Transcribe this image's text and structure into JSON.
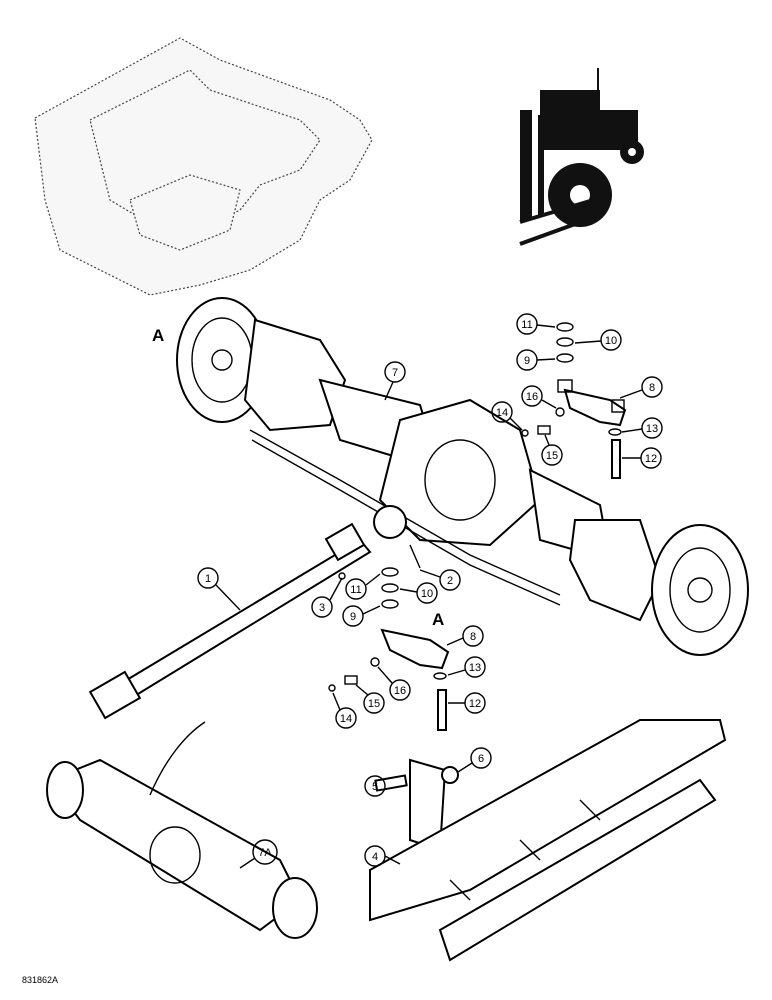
{
  "drawing": {
    "reference_code": "831862A",
    "view_marker": "A"
  },
  "callouts": [
    {
      "id": "c1",
      "label": "1"
    },
    {
      "id": "c2",
      "label": "2"
    },
    {
      "id": "c3",
      "label": "3"
    },
    {
      "id": "c4",
      "label": "4"
    },
    {
      "id": "c5",
      "label": "5"
    },
    {
      "id": "c6",
      "label": "6"
    },
    {
      "id": "c7",
      "label": "7"
    },
    {
      "id": "c7a",
      "label": "7A"
    },
    {
      "id": "c8a",
      "label": "8"
    },
    {
      "id": "c8b",
      "label": "8"
    },
    {
      "id": "c9a",
      "label": "9"
    },
    {
      "id": "c9b",
      "label": "9"
    },
    {
      "id": "c10a",
      "label": "10"
    },
    {
      "id": "c10b",
      "label": "10"
    },
    {
      "id": "c11a",
      "label": "11"
    },
    {
      "id": "c11b",
      "label": "11"
    },
    {
      "id": "c12a",
      "label": "12"
    },
    {
      "id": "c12b",
      "label": "12"
    },
    {
      "id": "c13a",
      "label": "13"
    },
    {
      "id": "c13b",
      "label": "13"
    },
    {
      "id": "c14a",
      "label": "14"
    },
    {
      "id": "c14b",
      "label": "14"
    },
    {
      "id": "c15a",
      "label": "15"
    },
    {
      "id": "c15b",
      "label": "15"
    },
    {
      "id": "c16a",
      "label": "16"
    },
    {
      "id": "c16b",
      "label": "16"
    }
  ]
}
